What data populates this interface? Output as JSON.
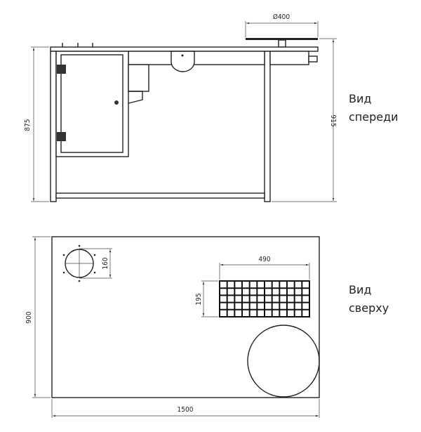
{
  "front_view": {
    "label_line1": "Вид",
    "label_line2": "спереди",
    "dims": {
      "disc_diameter": "Ø400",
      "table_height": "875",
      "total_height": "915"
    }
  },
  "top_view": {
    "label_line1": "Вид",
    "label_line2": "сверху",
    "dims": {
      "width": "1500",
      "depth": "900",
      "vent_diameter": "160",
      "grid_width": "490",
      "grid_height": "195"
    }
  },
  "colors": {
    "line": "#222222",
    "background": "#ffffff"
  }
}
